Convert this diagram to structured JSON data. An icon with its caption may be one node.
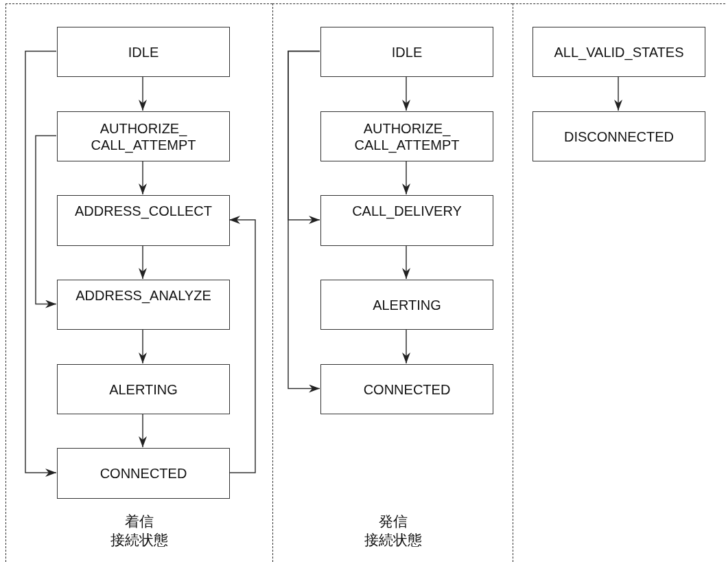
{
  "diagram": {
    "nodes": [
      {
        "text": [
          "着信接続状態"
        ]
      },
      {
        "text": [
          "IDLE"
        ],
        "in": 0
      },
      {
        "text": [
          "AUTHORIZE_ CALL_ATTEMPT"
        ],
        "in": 0
      },
      {
        "text": [
          "ADDRESS_COLLECT"
        ],
        "in": 0
      },
      {
        "text": [
          "ADDRESS_ANALYZE"
        ],
        "in": 0
      },
      {
        "text": [
          "ALERTING"
        ],
        "in": 0
      },
      {
        "text": [
          "CONNECTED"
        ],
        "in": 0
      },
      {
        "text": [
          "発信接続状態"
        ]
      },
      {
        "text": [
          "IDLE"
        ],
        "in": 7
      },
      {
        "text": [
          "AUTHORIZE_ CALL_ATTEMPT"
        ],
        "in": 7
      },
      {
        "text": [
          "CALL_DELIVERY"
        ],
        "in": 7
      },
      {
        "text": [
          "ALERTING"
        ],
        "in": 7
      },
      {
        "text": [
          "CONNECTED"
        ],
        "in": 7
      },
      {
        "text": [],
        "shape": "box"
      },
      {
        "text": [
          "ALL_VALID_STATES"
        ],
        "in": 13
      },
      {
        "text": [
          "DISCONNECTED"
        ],
        "in": 13
      }
    ],
    "edges": [
      {
        "from": 1,
        "to": 2,
        "arrow": "to"
      },
      {
        "from": 2,
        "to": 3,
        "arrow": "to"
      },
      {
        "from": 3,
        "to": 4,
        "arrow": "to"
      },
      {
        "from": 4,
        "to": 5,
        "arrow": "to"
      },
      {
        "from": 5,
        "to": 6,
        "arrow": "to"
      },
      {
        "from": 1,
        "to": 6,
        "arrow": "to"
      },
      {
        "from": 2,
        "to": 4,
        "arrow": "to"
      },
      {
        "from": 6,
        "to": 3,
        "arrow": "to"
      },
      {
        "from": 8,
        "to": 9,
        "arrow": "to"
      },
      {
        "from": 9,
        "to": 10,
        "arrow": "to"
      },
      {
        "from": 10,
        "to": 11,
        "arrow": "to"
      },
      {
        "from": 11,
        "to": 12,
        "arrow": "to"
      },
      {
        "from": 8,
        "to": 10,
        "arrow": "to"
      },
      {
        "from": 8,
        "to": 12,
        "arrow": "to"
      },
      {
        "from": 14,
        "to": 15,
        "arrow": "to"
      }
    ]
  }
}
